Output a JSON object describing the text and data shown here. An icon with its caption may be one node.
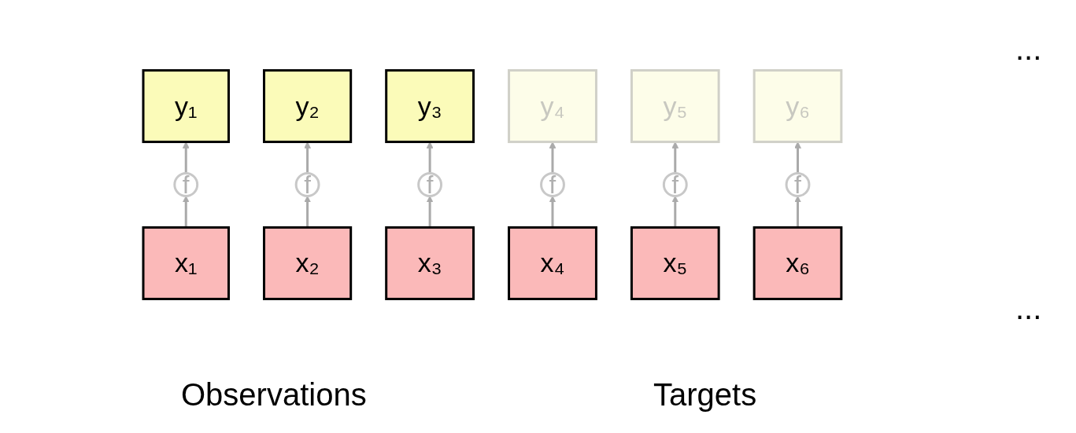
{
  "diagram": {
    "nodes": [
      {
        "text": [
          "y₁"
        ]
      },
      {
        "text": [
          "y₂"
        ]
      },
      {
        "text": [
          "y₃"
        ]
      },
      {
        "text": [
          "y₄"
        ]
      },
      {
        "text": [
          "y₅"
        ]
      },
      {
        "text": [
          "y₆"
        ]
      },
      {
        "text": [
          "f"
        ]
      },
      {
        "text": [
          "f"
        ]
      },
      {
        "text": [
          "f"
        ]
      },
      {
        "text": [
          "f"
        ]
      },
      {
        "text": [
          "f"
        ]
      },
      {
        "text": [
          "f"
        ]
      },
      {
        "text": [
          "x₁"
        ]
      },
      {
        "text": [
          "x₂"
        ]
      },
      {
        "text": [
          "x₃"
        ]
      },
      {
        "text": [
          "x₄"
        ]
      },
      {
        "text": [
          "x₅"
        ]
      },
      {
        "text": [
          "x₆"
        ]
      }
    ],
    "edges": [
      {
        "from": 12,
        "to": 6,
        "arrow": "to"
      },
      {
        "from": 6,
        "to": 0,
        "arrow": "to"
      },
      {
        "from": 13,
        "to": 7,
        "arrow": "to"
      },
      {
        "from": 7,
        "to": 1,
        "arrow": "to"
      },
      {
        "from": 14,
        "to": 8,
        "arrow": "to"
      },
      {
        "from": 8,
        "to": 2,
        "arrow": "to"
      },
      {
        "from": 15,
        "to": 9,
        "arrow": "to"
      },
      {
        "from": 9,
        "to": 3,
        "arrow": "to"
      },
      {
        "from": 16,
        "to": 10,
        "arrow": "to"
      },
      {
        "from": 10,
        "to": 4,
        "arrow": "to"
      },
      {
        "from": 17,
        "to": 11,
        "arrow": "to"
      },
      {
        "from": 11,
        "to": 5,
        "arrow": "to"
      }
    ],
    "labels": [
      "...",
      "...",
      "Observations",
      "Targets"
    ]
  }
}
